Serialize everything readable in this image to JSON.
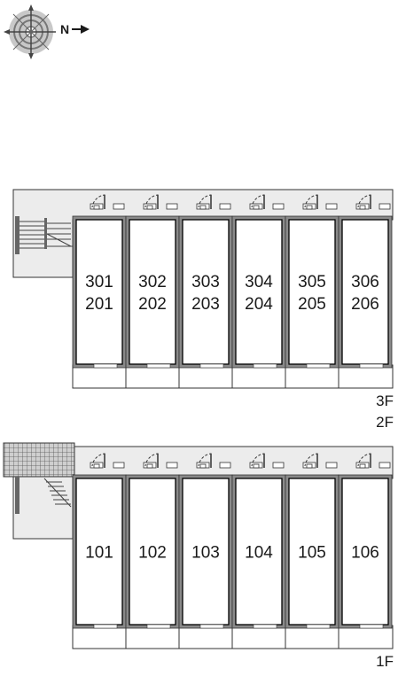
{
  "compass": {
    "north_label": "N"
  },
  "upper_building": {
    "units": [
      {
        "upper": "301",
        "lower": "201"
      },
      {
        "upper": "302",
        "lower": "202"
      },
      {
        "upper": "303",
        "lower": "203"
      },
      {
        "upper": "304",
        "lower": "204"
      },
      {
        "upper": "305",
        "lower": "205"
      },
      {
        "upper": "306",
        "lower": "206"
      }
    ],
    "floor_labels": [
      "3F",
      "2F"
    ]
  },
  "lower_building": {
    "units": [
      {
        "label": "101"
      },
      {
        "label": "102"
      },
      {
        "label": "103"
      },
      {
        "label": "104"
      },
      {
        "label": "105"
      },
      {
        "label": "106"
      }
    ],
    "floor_label": "1F"
  },
  "colors": {
    "corridor_fill": "#ececec",
    "wall_fill": "#8a8a8a",
    "outline": "#333333",
    "text": "#1a1a1a"
  }
}
